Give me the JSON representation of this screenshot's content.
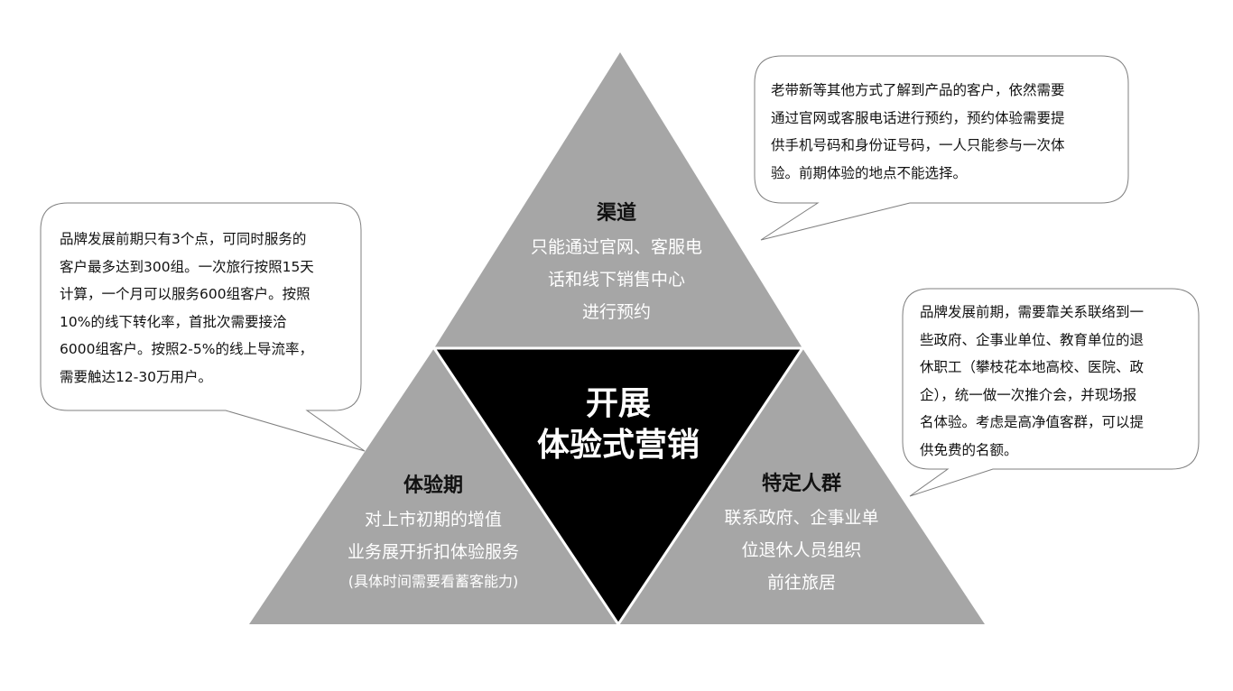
{
  "center": {
    "lines": [
      "开展",
      "体验式营销"
    ]
  },
  "top": {
    "title": "渠道",
    "lines": [
      "只能通过官网、客服电",
      "话和线下销售中心",
      "进行预约"
    ]
  },
  "left": {
    "title": "体验期",
    "lines": [
      "对上市初期的增值",
      "业务展开折扣体验服务"
    ],
    "note": "(具体时间需要看蓄客能力)"
  },
  "right": {
    "title": "特定人群",
    "lines": [
      "联系政府、企事业单",
      "位退休人员组织",
      "前往旅居"
    ]
  },
  "callouts": {
    "top_right": [
      "老带新等其他方式了解到产品的客户，依然需要",
      "通过官网或客服电话进行预约，预约体验需要提",
      "供手机号码和身份证号码，一人只能参与一次体",
      "验。前期体验的地点不能选择。"
    ],
    "left": [
      "品牌发展前期只有3个点，可同时服务的",
      "客户最多达到300组。一次旅行按照15天",
      "计算，一个月可以服务600组客户。按照",
      "10%的线下转化率，首批次需要接洽",
      "6000组客户。按照2-5%的线上导流率，",
      "需要触达12-30万用户。"
    ],
    "right": [
      "品牌发展前期，需要靠关系联络到一",
      "些政府、企事业单位、教育单位的退",
      "休职工（攀枝花本地高校、医院、政",
      "企），统一做一次推介会，并现场报",
      "名体验。考虑是高净值客群，可以提",
      "供免费的名额。"
    ]
  },
  "colors": {
    "triangle_fill": "#a6a6a6",
    "center_fill": "#000000",
    "bubble_stroke": "#7f7f7f"
  }
}
